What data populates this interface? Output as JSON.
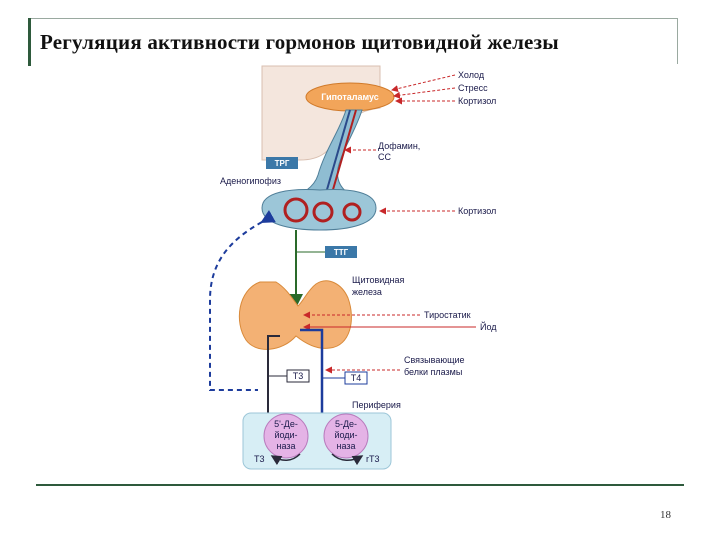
{
  "slide": {
    "title": "Регуляция активности гормонов щитовидной железы",
    "page_number": "18"
  },
  "diagram": {
    "hypothalamus": "Гипоталамус",
    "inputs": {
      "cold": "Холод",
      "stress": "Стресс",
      "cortisol_top": "Кортизол"
    },
    "dopamine": "Дофамин,",
    "somatostatin": "СС",
    "trh": "ТРГ",
    "adenohypophysis": "Аденогипофиз",
    "cortisol_pituitary": "Кортизол",
    "tsh": "ТТГ",
    "thyroid_line1": "Щитовидная",
    "thyroid_line2": "железа",
    "thyrostatic": "Тиростатик",
    "iodine": "Йод",
    "t3_box": "T3",
    "t4_box": "T4",
    "binding_line1": "Связывающие",
    "binding_line2": "белки плазмы",
    "periphery": "Периферия",
    "deiodinase_left": [
      "5'-Де-",
      "йоди-",
      "наза"
    ],
    "deiodinase_right": [
      "5-Де-",
      "йоди-",
      "наза"
    ],
    "out_t3": "T3",
    "out_rt3": "rT3"
  },
  "colors": {
    "accent": "#2e5a3c",
    "hypothalamus_fill": "#f2a55a",
    "pituitary_fill": "#9cc6d8",
    "thyroid_fill": "#f3b174",
    "periphery_fill": "#d7eef5",
    "deiodinase_fill": "#e4b3e6",
    "label_box": "#3b78a8",
    "stimulate": "#2a6a2a",
    "inhibit": "#c8282a",
    "feedback": "#1d3c9c"
  }
}
